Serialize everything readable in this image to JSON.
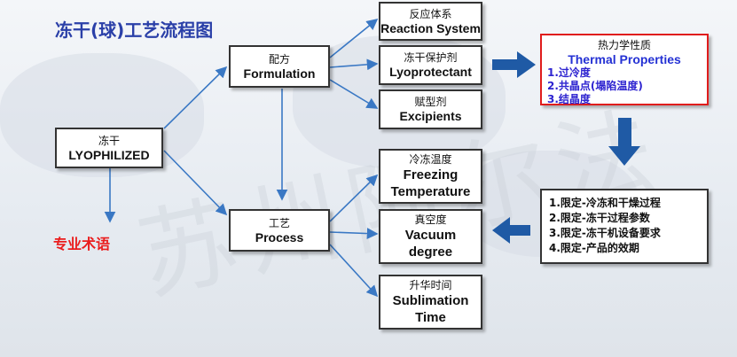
{
  "title": "冻干(球)工艺流程图",
  "root": {
    "zh": "冻干",
    "en": "LYOPHILIZED"
  },
  "term": "专业术语",
  "formulation": {
    "zh": "配方",
    "en": "Formulation"
  },
  "process": {
    "zh": "工艺",
    "en": "Process"
  },
  "reaction": {
    "zh": "反应体系",
    "en": "Reaction System"
  },
  "lyoprotectant": {
    "zh": "冻干保护剂",
    "en": "Lyoprotectant"
  },
  "excipients": {
    "zh": "赋型剂",
    "en": "Excipients"
  },
  "freezing": {
    "zh": "冷冻温度",
    "en1": "Freezing",
    "en2": "Temperature"
  },
  "vacuum": {
    "zh": "真空度",
    "en1": "Vacuum",
    "en2": "degree"
  },
  "sublimation": {
    "zh": "升华时间",
    "en1": "Sublimation",
    "en2": "Time"
  },
  "thermal": {
    "zh": "热力学性质",
    "en": "Thermal Properties",
    "items": [
      "1.过冷度",
      "2.共晶点(塌陷温度)",
      "3.结晶度"
    ]
  },
  "limits": {
    "items": [
      "1.限定-冷冻和干燥过程",
      "2.限定-冻干过程参数",
      "3.限定-冻干机设备要求",
      "4.限定-产品的效期"
    ]
  },
  "colors": {
    "title": "#2a3fa8",
    "term": "#ea1d1d",
    "arrow": "#3a78c4",
    "bigArrow": "#1f5aa5",
    "thermal_text": "#2d23d0",
    "thermal_border": "#e01c1c"
  }
}
